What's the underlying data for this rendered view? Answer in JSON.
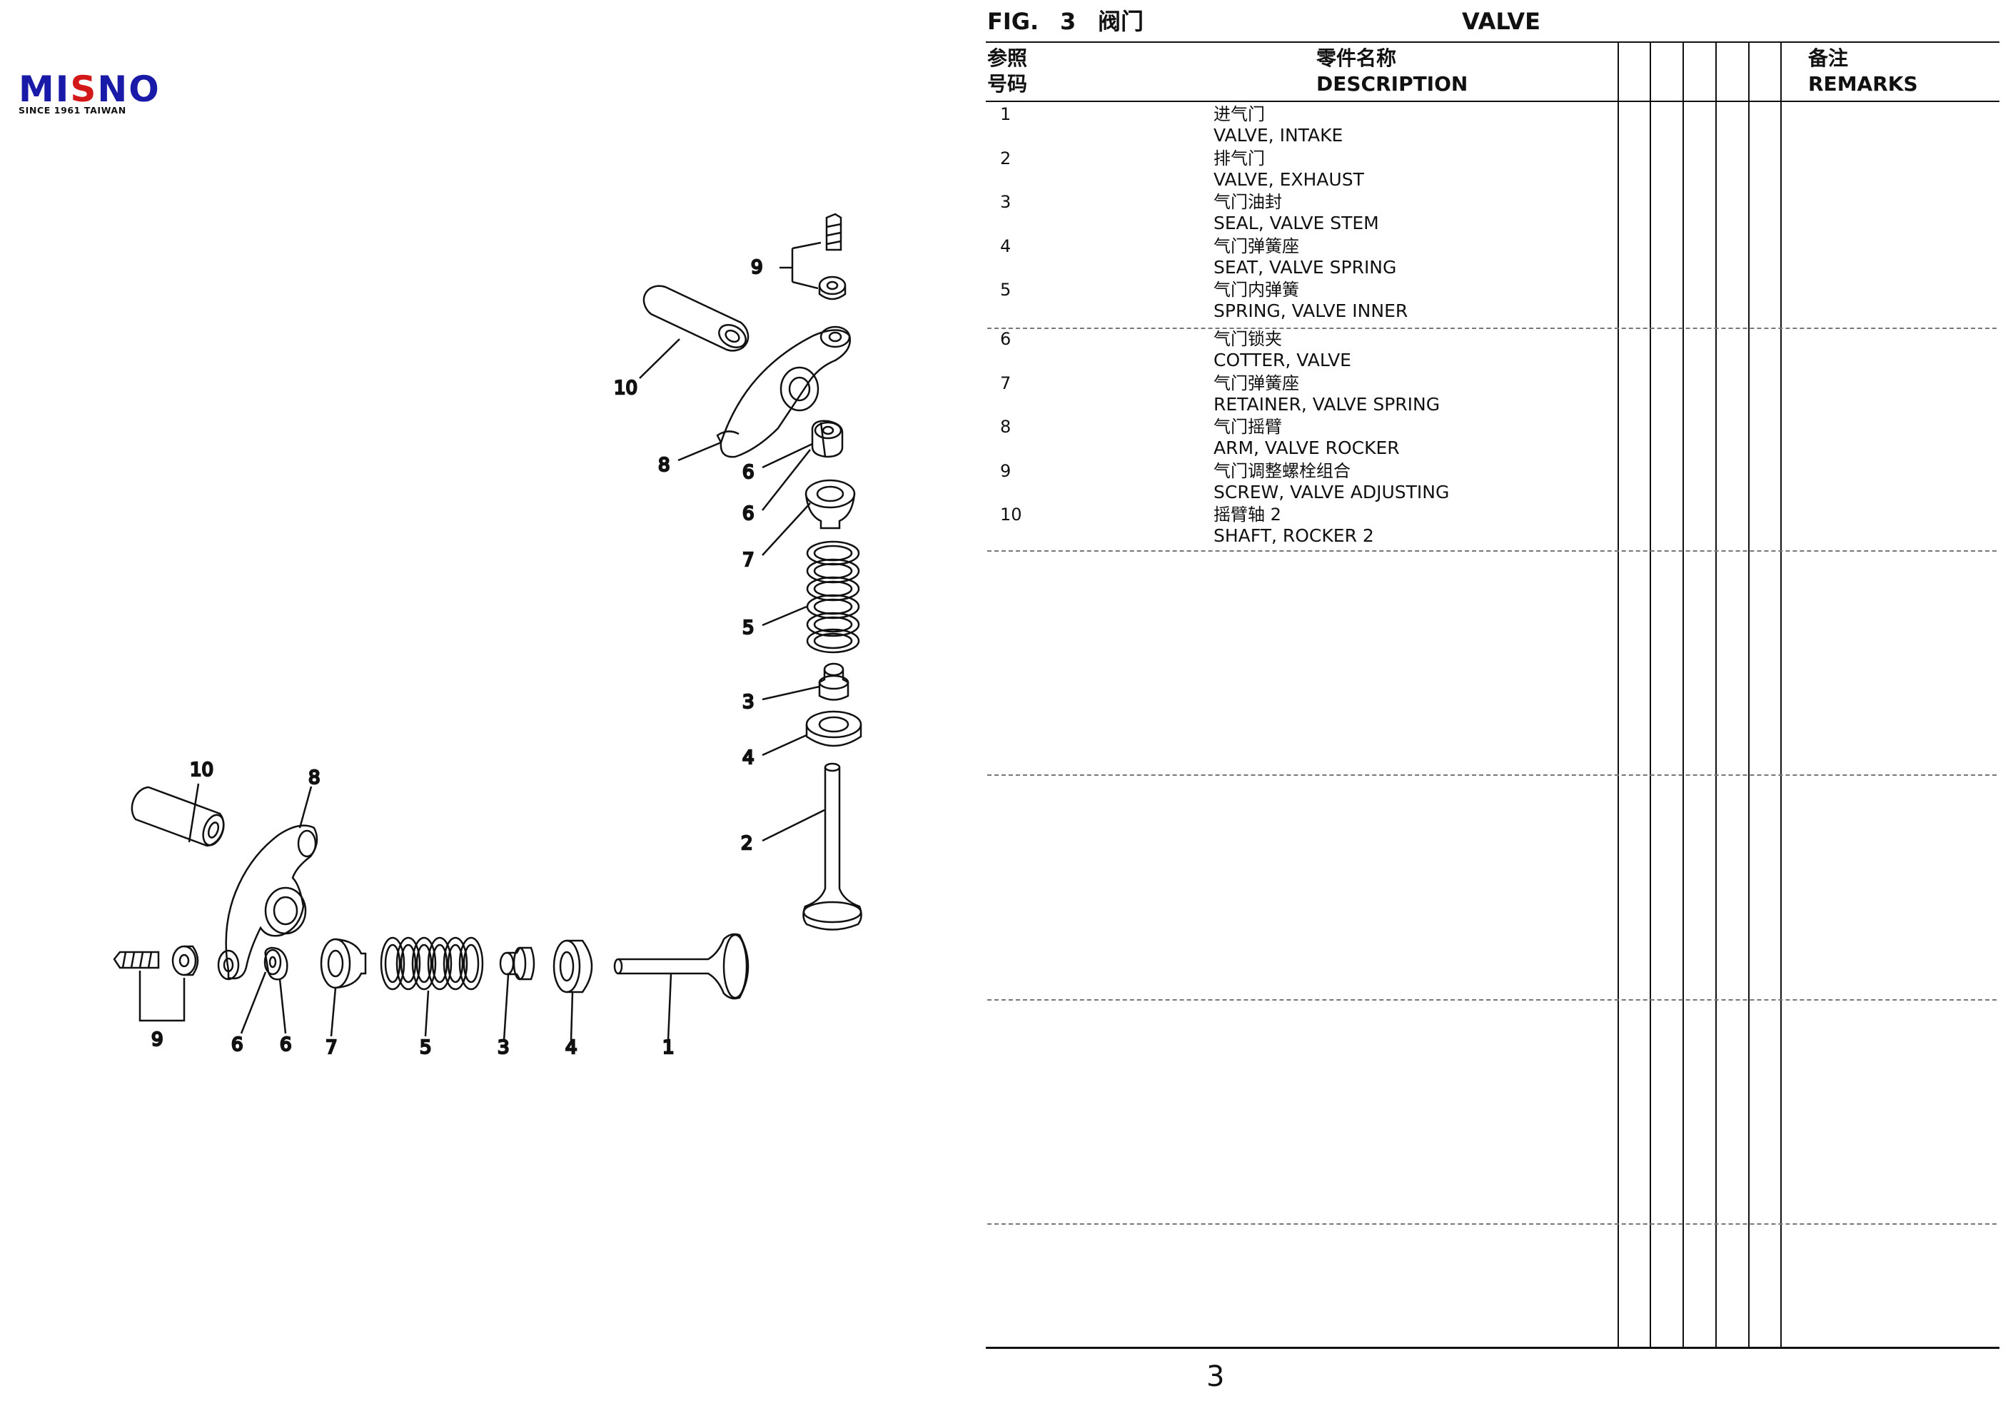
{
  "logo": {
    "brand_a": "MI",
    "brand_s": "S",
    "brand_b": "NO",
    "tagline": "SINCE 1961 TAIWAN"
  },
  "figure": {
    "label": "FIG.",
    "number": "3",
    "title_cn": "阀门",
    "title_en": "VALVE"
  },
  "table": {
    "headers": {
      "ref_cn_1": "参照",
      "ref_cn_2": "号码",
      "desc_cn": "零件名称",
      "desc_en": "DESCRIPTION",
      "remarks_cn": "备注",
      "remarks_en": "REMARKS"
    },
    "rows": [
      {
        "no": "1",
        "cn": "进气门",
        "en": "VALVE, INTAKE"
      },
      {
        "no": "2",
        "cn": "排气门",
        "en": "VALVE, EXHAUST"
      },
      {
        "no": "3",
        "cn": "气门油封",
        "en": "SEAL, VALVE STEM"
      },
      {
        "no": "4",
        "cn": "气门弹簧座",
        "en": "SEAT, VALVE SPRING"
      },
      {
        "no": "5",
        "cn": "气门内弹簧",
        "en": "SPRING, VALVE INNER"
      },
      {
        "no": "6",
        "cn": "气门锁夹",
        "en": "COTTER, VALVE"
      },
      {
        "no": "7",
        "cn": "气门弹簧座",
        "en": "RETAINER, VALVE SPRING"
      },
      {
        "no": "8",
        "cn": "气门摇臂",
        "en": "ARM, VALVE ROCKER"
      },
      {
        "no": "9",
        "cn": "气门调整螺栓组合",
        "en": "SCREW, VALVE ADJUSTING"
      },
      {
        "no": "10",
        "cn": "摇臂轴 2",
        "en": "SHAFT, ROCKER 2"
      }
    ]
  },
  "diagram": {
    "callouts_vertical": [
      "9",
      "10",
      "8",
      "6",
      "6",
      "7",
      "5",
      "3",
      "4",
      "2"
    ],
    "callouts_horizontal": [
      "10",
      "8",
      "9",
      "6",
      "6",
      "7",
      "5",
      "3",
      "4",
      "1"
    ]
  },
  "page_number": "3"
}
